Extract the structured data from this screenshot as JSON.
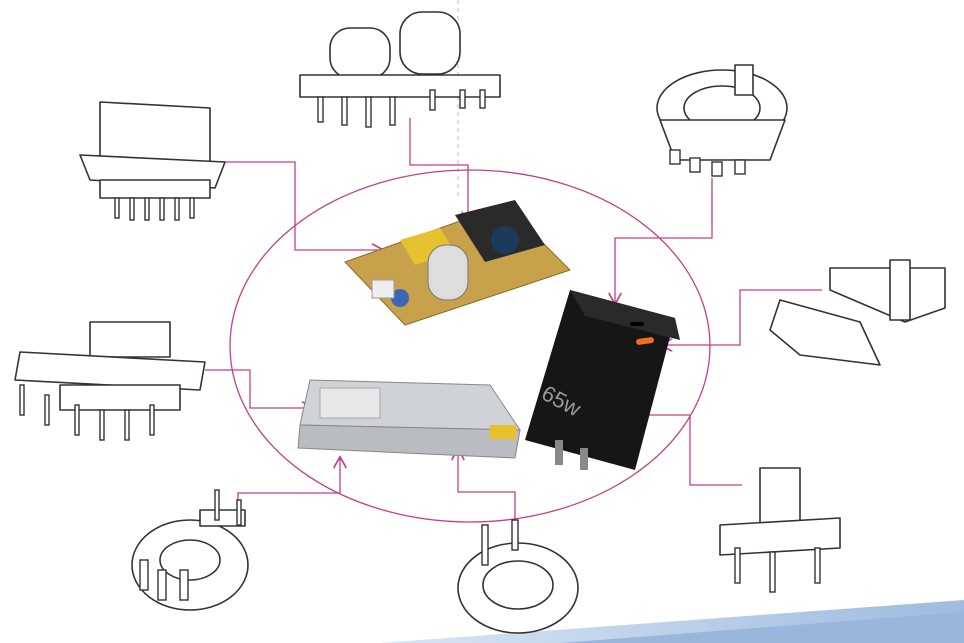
{
  "diagram": {
    "charger_label": "65w",
    "colors": {
      "connector": "#c2408a",
      "ellipse": "#c2408a",
      "charger_body": "#151515",
      "charger_port": "#f07020",
      "pcb": "#c8a24a",
      "footer_band": "#a9c3e3"
    },
    "components": [
      "bobbin-top",
      "bobbin-top-left",
      "bobbin-top-right",
      "bracket-right",
      "bobbin-left",
      "bobbin-bottom-right",
      "toroid-base-bottom-left",
      "toroid-base-bottom-center",
      "open-frame-pcb-power-supply",
      "enclosed-switching-power-supply",
      "usb-charger-65w"
    ]
  }
}
